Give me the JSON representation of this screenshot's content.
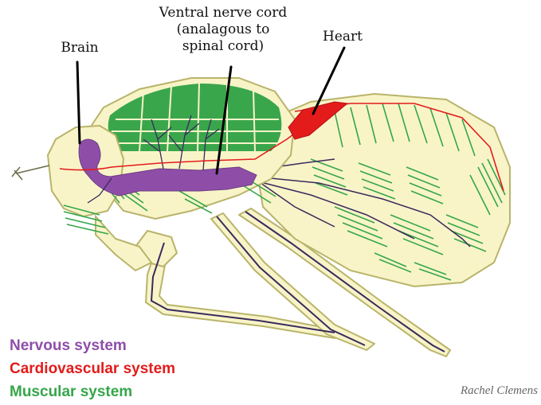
{
  "labels": {
    "brain": "Brain",
    "ventral_nerve_cord": "Ventral nerve cord\n(analagous to\nspinal cord)",
    "heart": "Heart"
  },
  "legend": [
    {
      "text": "Nervous system",
      "color": "#8e4ea8"
    },
    {
      "text": "Cardiovascular system",
      "color": "#e31b1b"
    },
    {
      "text": "Muscular system",
      "color": "#35a64a"
    }
  ],
  "credit": "Rachel Clemens",
  "colors": {
    "body_fill": "#f8f4c8",
    "body_outline": "#b9b46a",
    "muscle": "#35a64a",
    "nerve": "#8e4ea8",
    "nerve_dark": "#3a2a5c",
    "heart": "#e31b1b",
    "leader_line": "#000000"
  }
}
